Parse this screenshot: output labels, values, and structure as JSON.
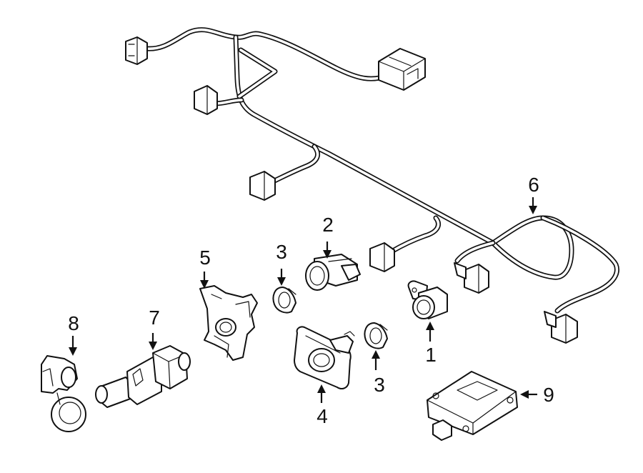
{
  "callouts": {
    "c1": "1",
    "c2": "2",
    "c3a": "3",
    "c3b": "3",
    "c4": "4",
    "c5": "5",
    "c6": "6",
    "c7": "7",
    "c8": "8",
    "c9": "9"
  },
  "colors": {
    "line": "#111111",
    "background": "#ffffff"
  }
}
